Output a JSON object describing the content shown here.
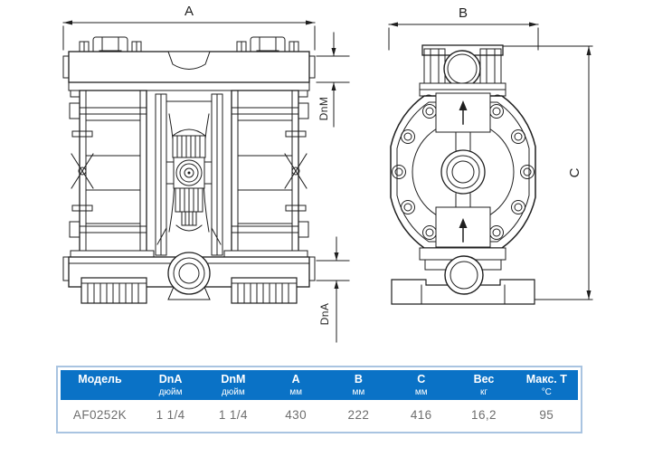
{
  "colors": {
    "accent_blue": "#0a72c6",
    "table_border": "#a9c4e1",
    "line_color": "#1f1f1f",
    "data_text": "#6d6d6d"
  },
  "drawing": {
    "front_view": {
      "dim_width_label": "A",
      "dim_top_port_label": "DnM",
      "dim_bottom_port_label": "DnA"
    },
    "side_view": {
      "dim_width_label": "B",
      "dim_height_label": "C"
    }
  },
  "table": {
    "columns": [
      {
        "label": "Модель",
        "unit": ""
      },
      {
        "label": "DnA",
        "unit": "дюйм"
      },
      {
        "label": "DnM",
        "unit": "дюйм"
      },
      {
        "label": "A",
        "unit": "мм"
      },
      {
        "label": "B",
        "unit": "мм"
      },
      {
        "label": "C",
        "unit": "мм"
      },
      {
        "label": "Вес",
        "unit": "кг"
      },
      {
        "label": "Макс. Т",
        "unit": "°C"
      }
    ],
    "rows": [
      {
        "model": "AF0252K",
        "dna": "1 1/4",
        "dnm": "1 1/4",
        "a": "430",
        "b": "222",
        "c": "416",
        "weight": "16,2",
        "max_t": "95"
      }
    ]
  }
}
